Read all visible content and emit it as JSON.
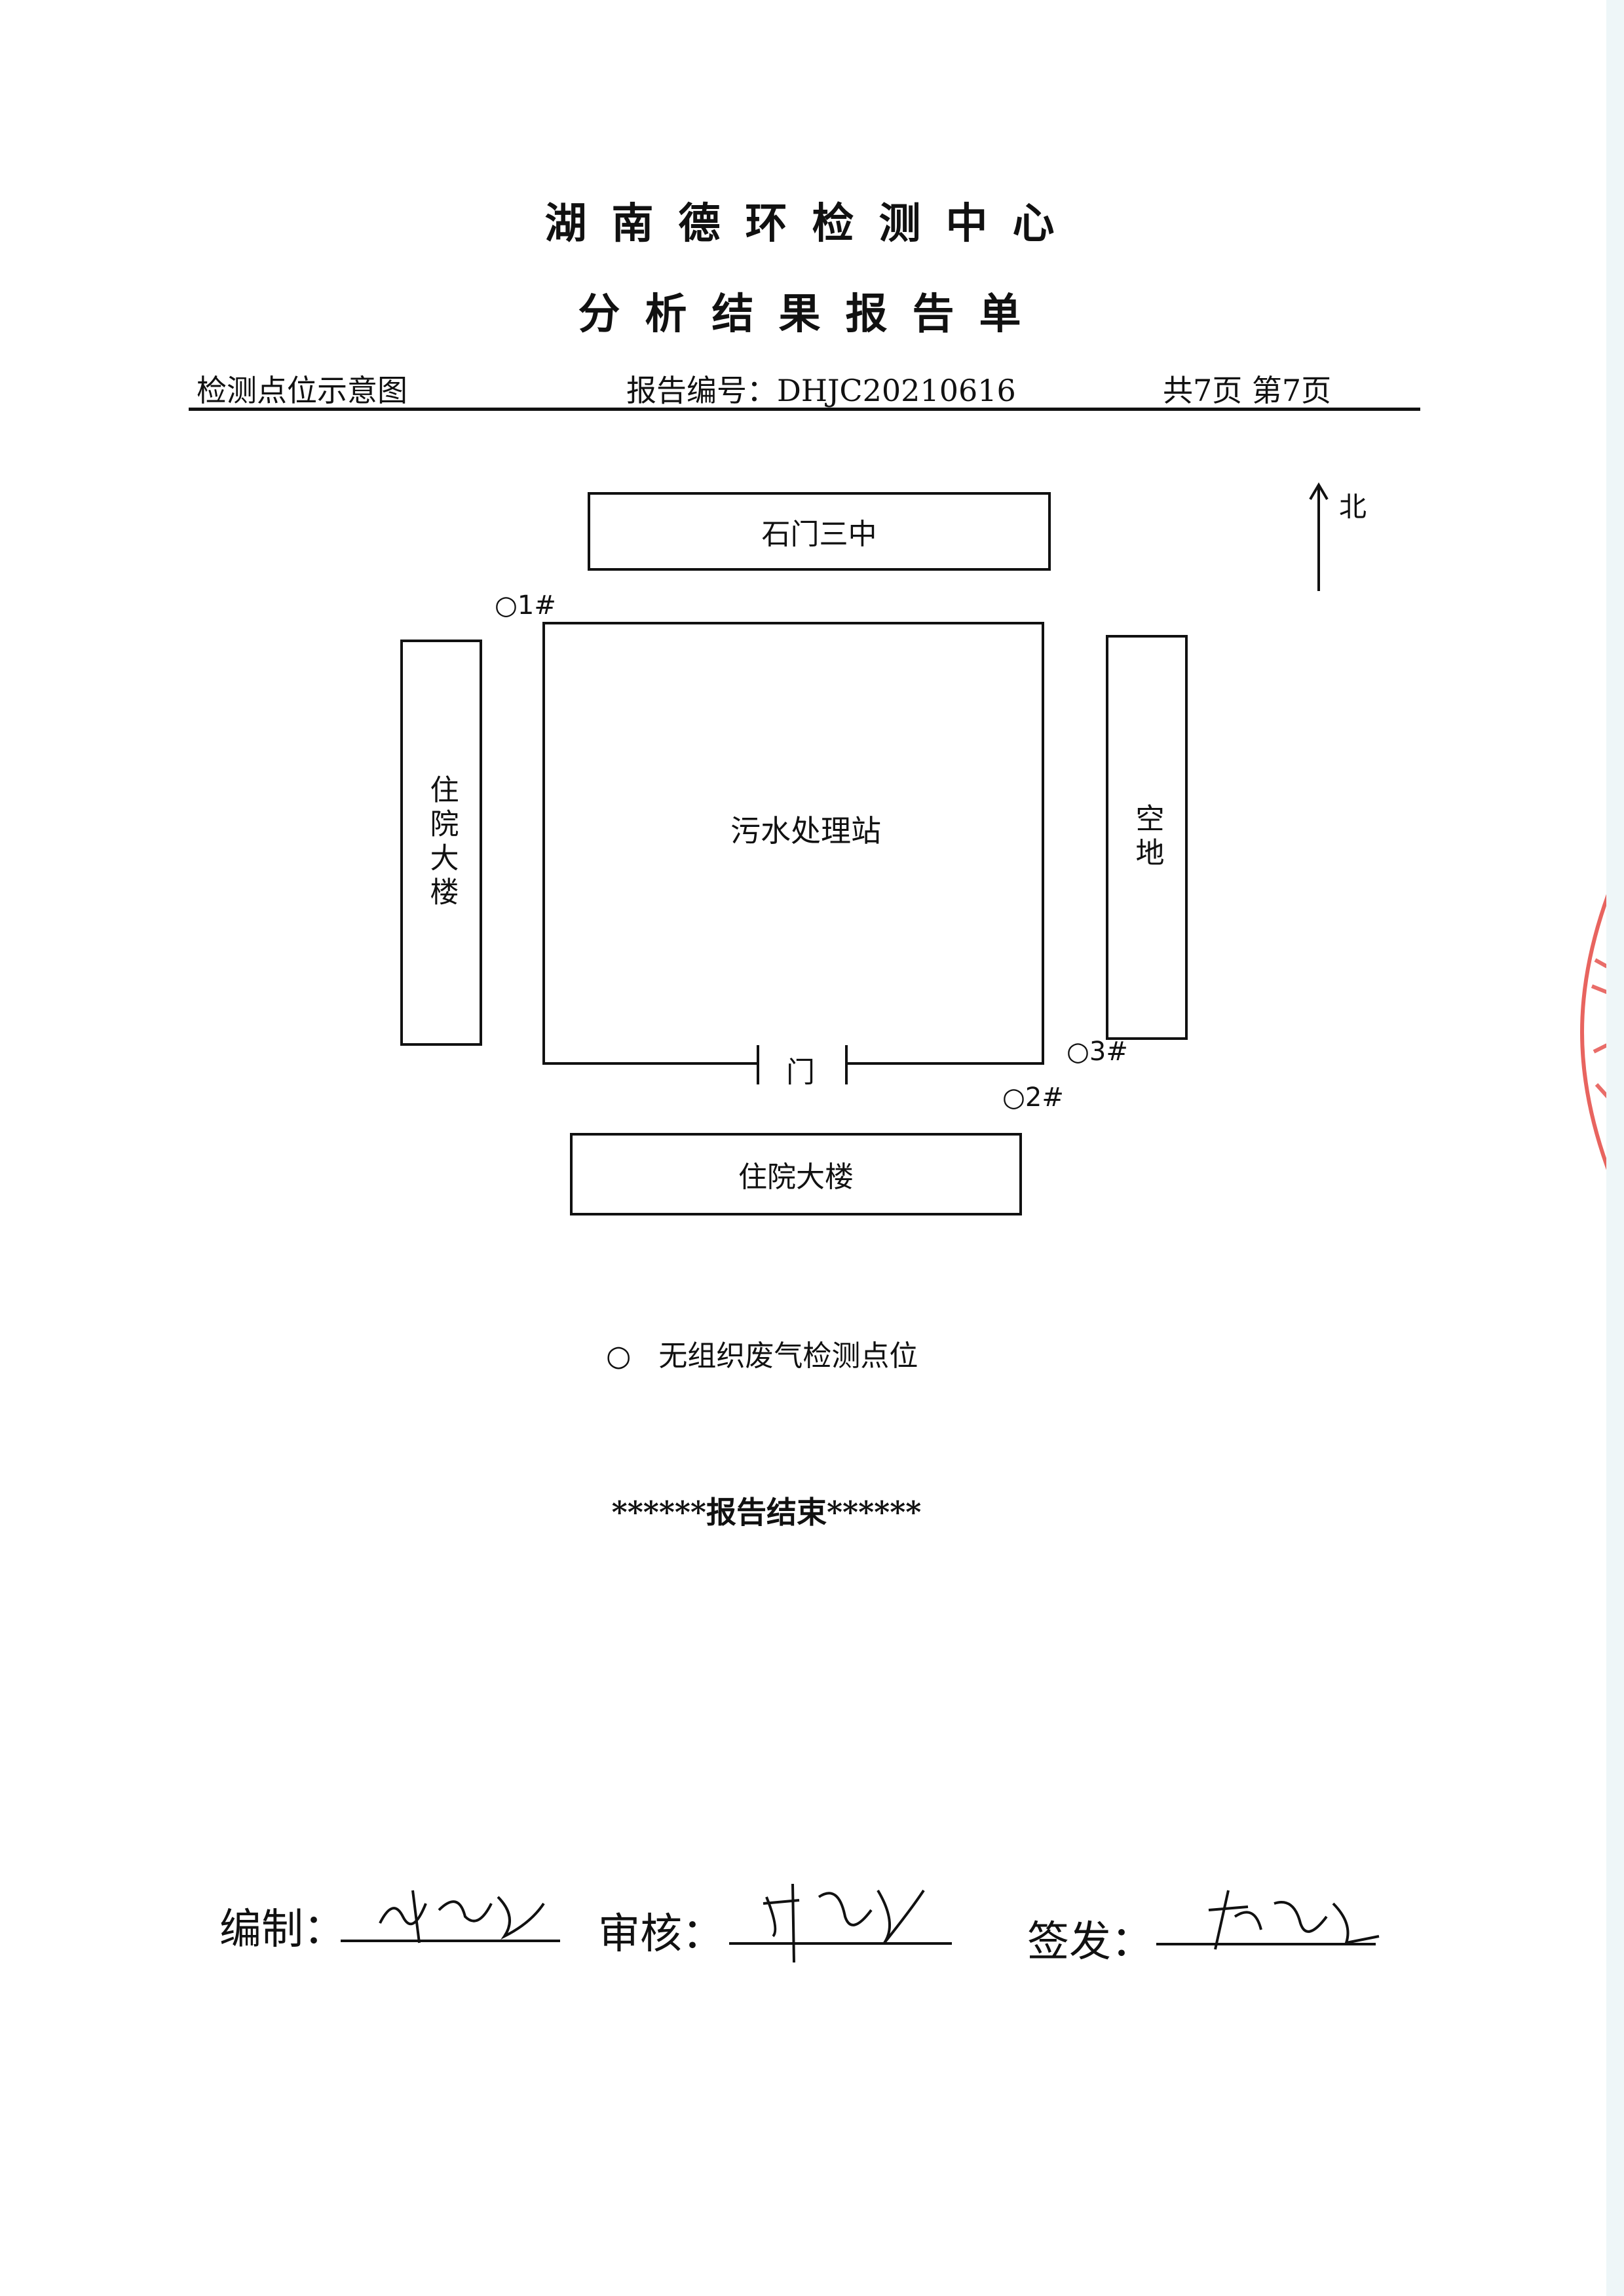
{
  "header": {
    "org": "湖南德环检测中心",
    "doc_type": "分析结果报告单",
    "section": "检测点位示意图",
    "report_no": "报告编号：DHJC20210616",
    "pages": "共7页 第7页"
  },
  "diagram": {
    "north_label": "北",
    "top_building": "石门三中",
    "left_building": "住院大楼",
    "right_area": "空地",
    "center_facility": "污水处理站",
    "gate_label": "门",
    "bottom_building": "住院大楼",
    "points": [
      "1#",
      "2#",
      "3#"
    ],
    "point_marker": "○"
  },
  "legend": {
    "marker": "○",
    "label": "无组织废气检测点位"
  },
  "end_text": "******报告结束******",
  "signatures": {
    "compiled_label": "编制：",
    "reviewed_label": "审核：",
    "issued_label": "签发："
  },
  "colors": {
    "ink": "#111111",
    "stamp": "#e0302a"
  }
}
